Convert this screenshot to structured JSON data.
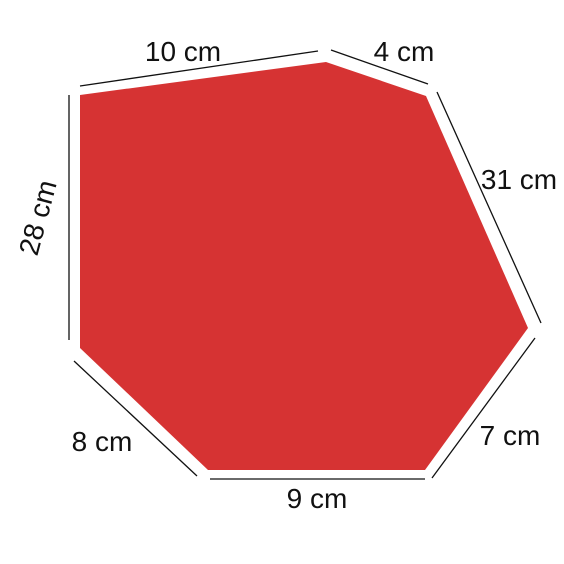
{
  "shape": {
    "fill_color": "#d63333",
    "sides": [
      {
        "id": "top-left",
        "label": "10 cm"
      },
      {
        "id": "top-right",
        "label": "4 cm"
      },
      {
        "id": "right",
        "label": "31 cm"
      },
      {
        "id": "lower-right",
        "label": "7 cm"
      },
      {
        "id": "bottom",
        "label": "9 cm"
      },
      {
        "id": "lower-left",
        "label": "8 cm"
      },
      {
        "id": "left",
        "label": "28 cm"
      }
    ]
  }
}
